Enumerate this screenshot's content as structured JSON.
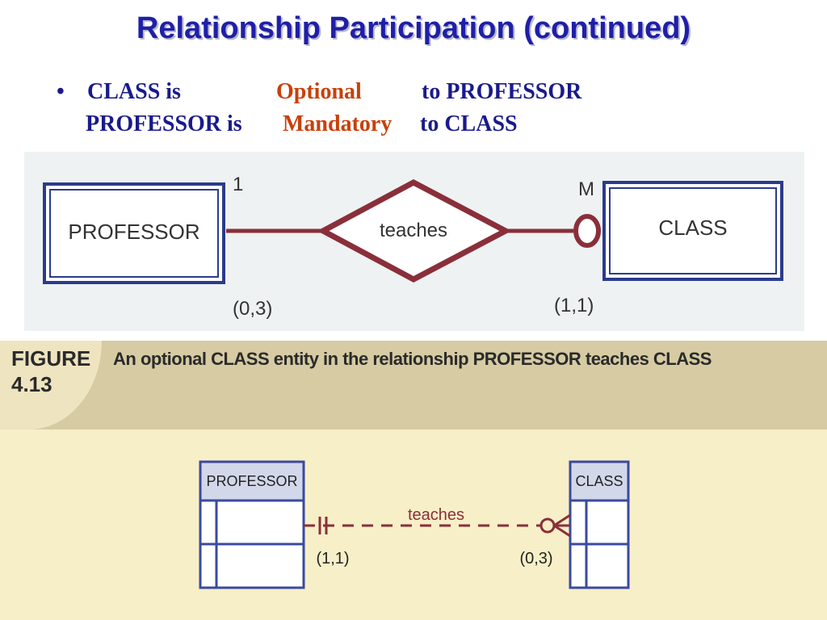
{
  "title": "Relationship Participation (continued)",
  "bullets": {
    "marker": "•",
    "line1": {
      "a": "CLASS is",
      "b": "Optional",
      "c": "to PROFESSOR"
    },
    "line2": {
      "a": "PROFESSOR is",
      "b": "Mandatory",
      "c": "to CLASS"
    }
  },
  "chen_diagram": {
    "entity_left": "PROFESSOR",
    "entity_right": "CLASS",
    "relationship": "teaches",
    "card_left": "1",
    "card_right": "M",
    "participation_left": "(0,3)",
    "participation_right": "(1,1)"
  },
  "figure": {
    "label_line1": "FIGURE",
    "label_line2": "4.13",
    "caption": "An optional CLASS entity in the relationship PROFESSOR teaches CLASS"
  },
  "crows_foot": {
    "entity_left": "PROFESSOR",
    "entity_right": "CLASS",
    "relationship": "teaches",
    "participation_left": "(1,1)",
    "participation_right": "(0,3)"
  },
  "colors": {
    "title": "#1f1fa8",
    "bullet_text": "#1a1a8c",
    "highlight": "#c8400a",
    "entity_border": "#2b3b8c",
    "relationship_line": "#8a2f3a",
    "figure_header": "#d6cba3",
    "figure_body": "#f7efc7"
  }
}
